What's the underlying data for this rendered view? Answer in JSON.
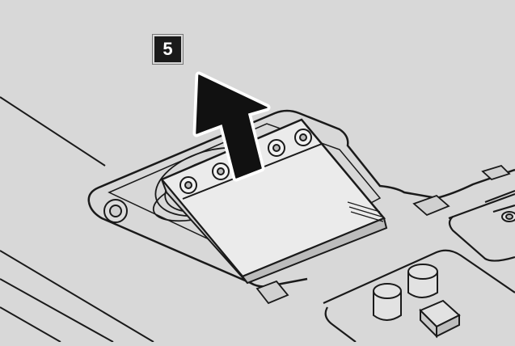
{
  "step": {
    "number": "5"
  },
  "colors": {
    "background": "#d8d8d8",
    "line": "#1a1a1a",
    "card_face": "#e4e4e4",
    "arrow": "#111111"
  },
  "icons": {
    "component": "mini-pci-express-wireless-card",
    "action": "lift-up-arrow"
  }
}
